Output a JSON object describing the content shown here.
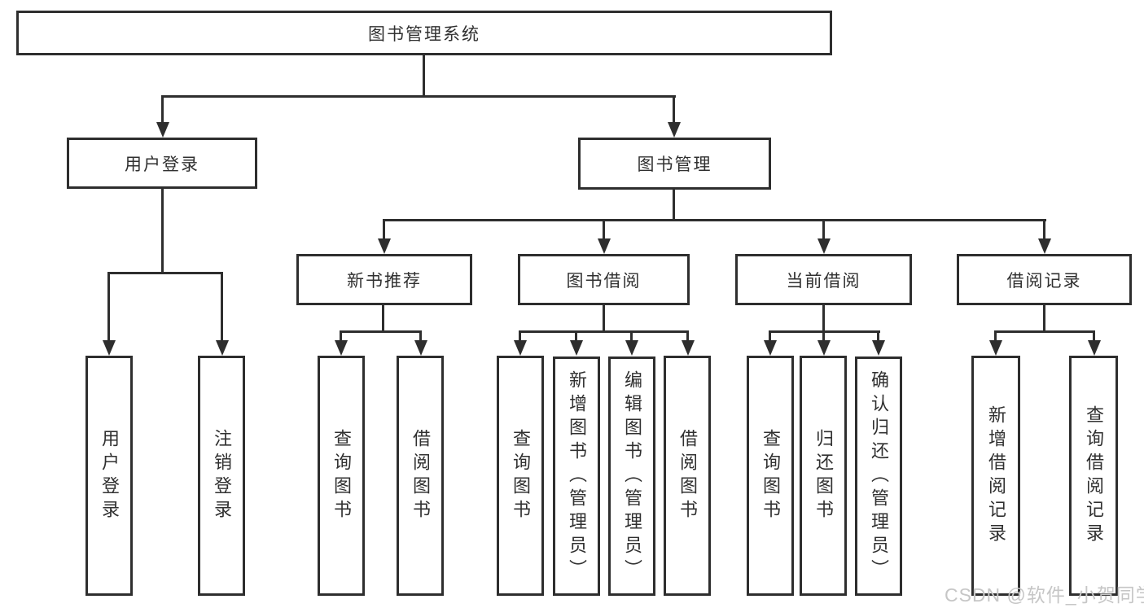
{
  "tree": {
    "root": {
      "label": "图书管理系统"
    },
    "branches": [
      {
        "label": "用户登录",
        "children": [
          {
            "label": "用户登录"
          },
          {
            "label": "注销登录"
          }
        ]
      },
      {
        "label": "图书管理",
        "groups": [
          {
            "label": "新书推荐",
            "children": [
              {
                "label": "查询图书"
              },
              {
                "label": "借阅图书"
              }
            ]
          },
          {
            "label": "图书借阅",
            "children": [
              {
                "label": "查询图书"
              },
              {
                "label": "新增图书（管理员）"
              },
              {
                "label": "编辑图书（管理员）"
              },
              {
                "label": "借阅图书"
              }
            ]
          },
          {
            "label": "当前借阅",
            "children": [
              {
                "label": "查询图书"
              },
              {
                "label": "归还图书"
              },
              {
                "label": "确认归还（管理员）"
              }
            ]
          },
          {
            "label": "借阅记录",
            "children": [
              {
                "label": "新增借阅记录"
              },
              {
                "label": "查询借阅记录"
              }
            ]
          }
        ]
      }
    ]
  },
  "watermark": {
    "text": "CSDN @软件_小贺同学"
  },
  "colors": {
    "line": "#2e2e2e",
    "box_fill": "#ffffff",
    "watermark": "#c6c6c6",
    "background": "#ffffff"
  }
}
